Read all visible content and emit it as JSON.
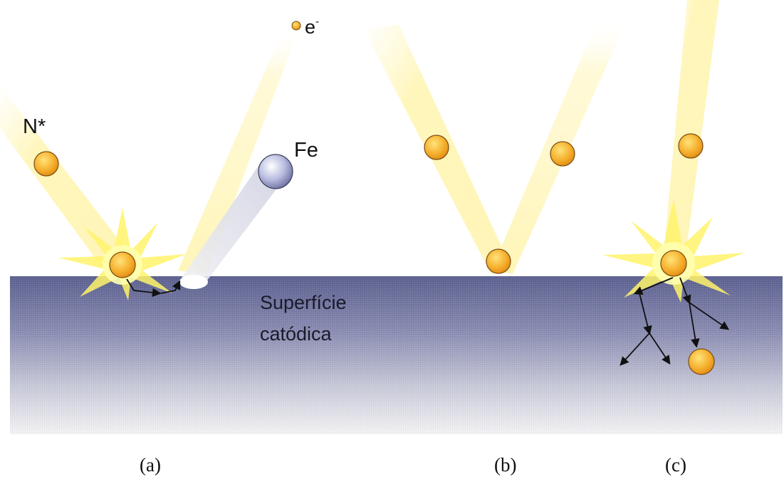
{
  "labels": {
    "electron": "e",
    "electron_sup": "-",
    "nitrogen": "N*",
    "iron": "Fe",
    "surface_line1": "Superfície",
    "surface_line2": "catódica"
  },
  "captions": {
    "a": "(a)",
    "b": "(b)",
    "c": "(c)"
  },
  "colors": {
    "beam": "#fff3a8",
    "particle_n": "#f7b733",
    "particle_fe": "#aab0d8",
    "surface_top": "#6a6f9c",
    "surface_bottom": "#f4f4f6",
    "burst": "#fff36a",
    "arrow": "#111111"
  }
}
